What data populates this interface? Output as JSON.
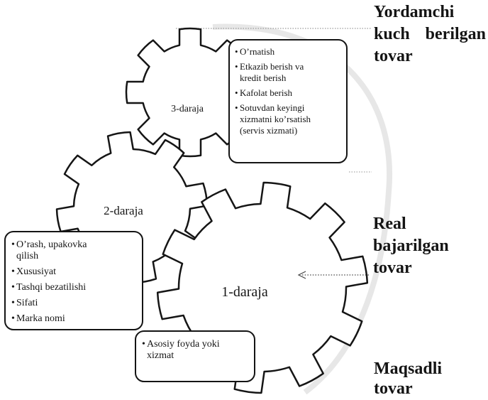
{
  "gears": {
    "level3": "3-daraja",
    "level2": "2-daraja",
    "level1": "1-daraja"
  },
  "boxes": {
    "level3": [
      "O’rnatish",
      "Etkazib berish va kredit berish",
      "Kafolat berish",
      "Sotuvdan keyingi xizmatni ko’rsatish (servis xizmati)"
    ],
    "level2": [
      "O’rash, upakovka qilish",
      "Xususiyat",
      "Tashqi bezatilishi",
      "Sifati",
      "Marka nomi"
    ],
    "level1": [
      "Asosiy foyda yoki xizmat"
    ]
  },
  "side_labels": {
    "augmented": "Yordamchi kuch berilgan tovar",
    "actual": "Real bajarilgan tovar",
    "core": "Maqsadli tovar"
  }
}
